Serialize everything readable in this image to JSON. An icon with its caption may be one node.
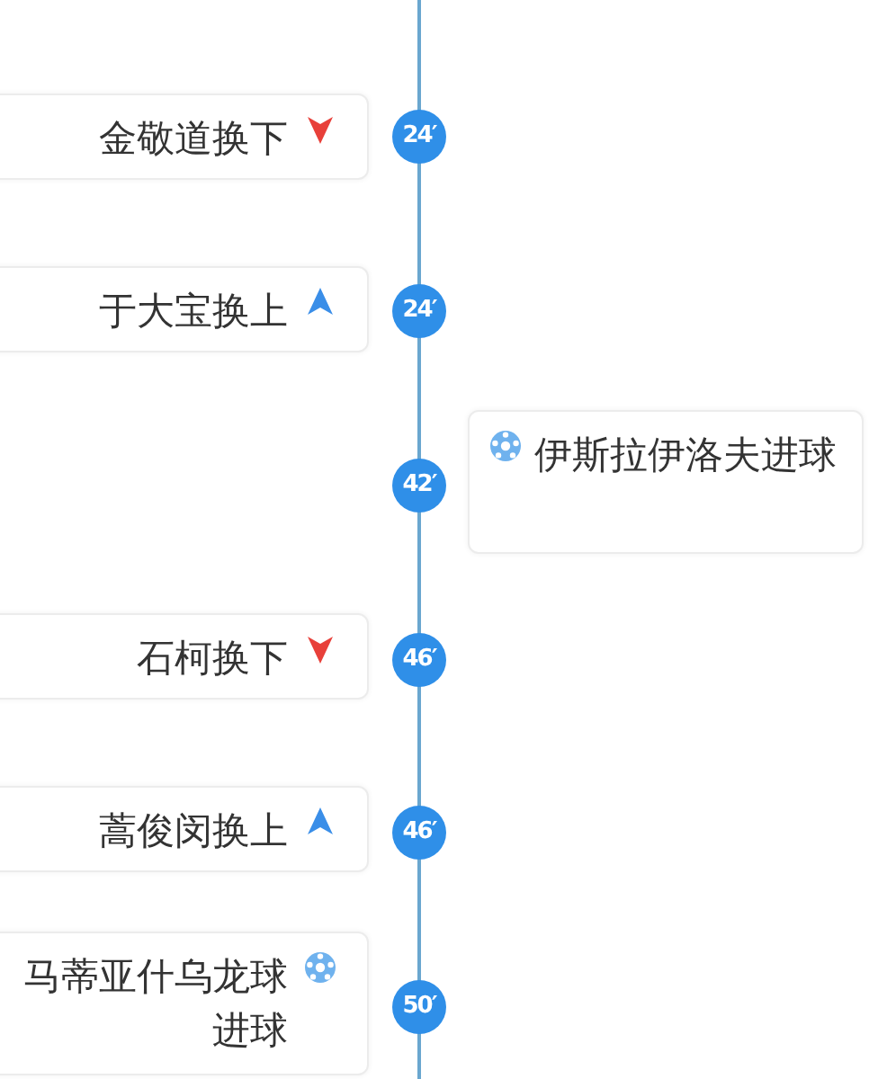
{
  "diagram": {
    "nodes": [
      {
        "text": [
          "金敬道换下"
        ]
      },
      {
        "text": [
          "24′"
        ]
      },
      {
        "text": [
          "于大宝换上"
        ]
      },
      {
        "text": [
          "24′"
        ]
      },
      {
        "text": [
          "42′"
        ]
      },
      {
        "text": [
          "伊斯拉伊洛夫进球"
        ]
      },
      {
        "text": [
          "石柯换下"
        ]
      },
      {
        "text": [
          "46′"
        ]
      },
      {
        "text": [
          "蒿俊闵换上"
        ]
      },
      {
        "text": [
          "46′"
        ]
      },
      {
        "text": [
          "马蒂亚什乌龙球进球"
        ]
      },
      {
        "text": [
          "50′"
        ]
      }
    ]
  }
}
